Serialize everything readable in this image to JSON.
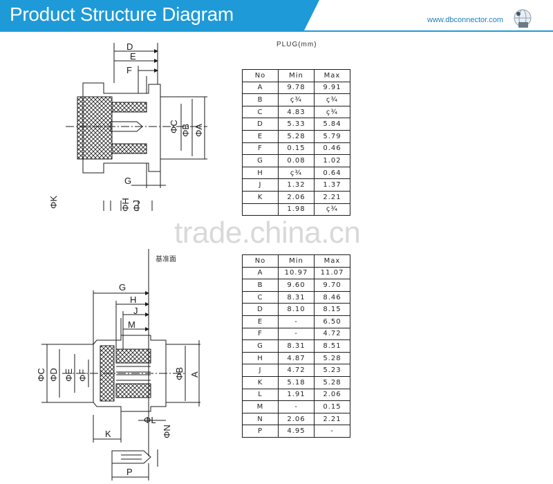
{
  "header": {
    "title": "Product Structure Diagram",
    "website": "www.dbconnector.com"
  },
  "plug_label": "PLUG(mm)",
  "datum_label": "基准面",
  "watermark": "trade.china.cn",
  "colors": {
    "header": "#1e9ad8",
    "line": "#1a1a1a",
    "watermark": "#d9d9d9"
  },
  "icons": [
    "globe-icon"
  ],
  "plug_drawing": {
    "labels": [
      "D",
      "E",
      "F",
      "ΦC",
      "ΦB",
      "ΦA",
      "G",
      "ΦK",
      "ΦH",
      "ΦJ"
    ]
  },
  "jack_drawing": {
    "labels": [
      "G",
      "H",
      "J",
      "M",
      "ΦC",
      "ΦD",
      "ΦE",
      "ΦF",
      "ΦB",
      "A",
      "ΦL",
      "K",
      "ΦN",
      "P"
    ]
  },
  "table1": {
    "headers": [
      "No",
      "Min",
      "Max"
    ],
    "rows": [
      [
        "A",
        "9.78",
        "9.91"
      ],
      [
        "B",
        "ç¾",
        "ç¾"
      ],
      [
        "C",
        "4.83",
        "ç¾"
      ],
      [
        "D",
        "5.33",
        "5.84"
      ],
      [
        "E",
        "5.28",
        "5.79"
      ],
      [
        "F",
        "0.15",
        "0.46"
      ],
      [
        "G",
        "0.08",
        "1.02"
      ],
      [
        "H",
        "ç¾",
        "0.64"
      ],
      [
        "J",
        "1.32",
        "1.37"
      ],
      [
        "K",
        "2.06",
        "2.21"
      ],
      [
        "",
        "1.98",
        "ç¾"
      ]
    ]
  },
  "table2": {
    "headers": [
      "No",
      "Min",
      "Max"
    ],
    "rows": [
      [
        "A",
        "10.97",
        "11.07"
      ],
      [
        "B",
        "9.60",
        "9.70"
      ],
      [
        "C",
        "8.31",
        "8.46"
      ],
      [
        "D",
        "8.10",
        "8.15"
      ],
      [
        "E",
        "-",
        "6.50"
      ],
      [
        "F",
        "-",
        "4.72"
      ],
      [
        "G",
        "8.31",
        "8.51"
      ],
      [
        "H",
        "4.87",
        "5.28"
      ],
      [
        "J",
        "4.72",
        "5.23"
      ],
      [
        "K",
        "5.18",
        "5.28"
      ],
      [
        "L",
        "1.91",
        "2.06"
      ],
      [
        "M",
        "-",
        "0.15"
      ],
      [
        "N",
        "2.06",
        "2.21"
      ],
      [
        "P",
        "4.95",
        "-"
      ]
    ]
  }
}
